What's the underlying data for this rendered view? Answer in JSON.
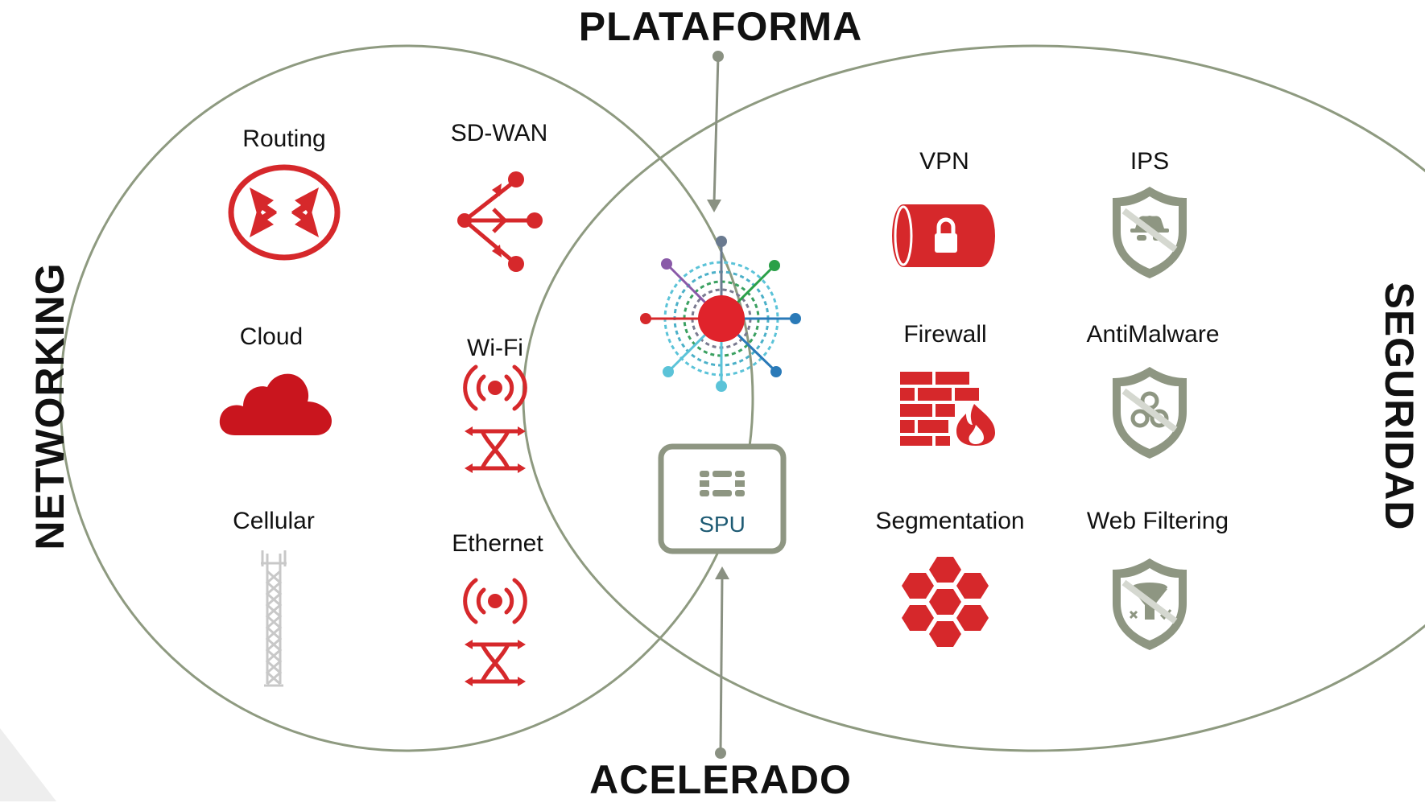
{
  "title_top": "PLATAFORMA",
  "title_bottom": "ACELERADO",
  "left_vertical": "NETWORKING",
  "right_vertical": "SEGURIDAD",
  "networking": {
    "routing": "Routing",
    "sdwan": "SD-WAN",
    "cloud": "Cloud",
    "wifi": "Wi-Fi",
    "cellular": "Cellular",
    "ethernet": "Ethernet"
  },
  "security": {
    "vpn": "VPN",
    "ips": "IPS",
    "firewall": "Firewall",
    "antimalware": "AntiMalware",
    "segmentation": "Segmentation",
    "web_filtering": "Web Filtering"
  },
  "center": {
    "spu": "SPU"
  },
  "colors": {
    "accent": "#d6282b",
    "circle": "#8e9a80",
    "gray_icon": "#8a9182",
    "spu_text": "#1d5a73"
  }
}
